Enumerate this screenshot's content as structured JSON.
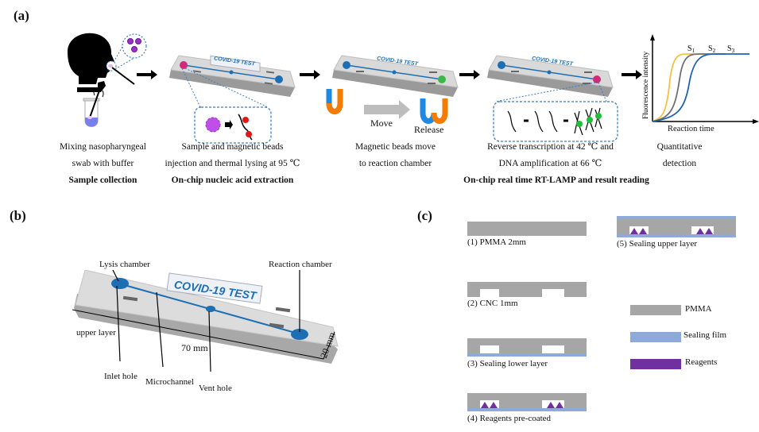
{
  "panels": {
    "a": {
      "label": "(a)",
      "steps": [
        {
          "desc_line1": "Mixing nasopharyngeal",
          "desc_line2": "swab with buffer",
          "title": "Sample collection"
        },
        {
          "desc_line1": "Sample and magnetic beads",
          "desc_line2": "injection and thermal lysing at 95 ℃",
          "title": "On-chip nucleic acid extraction"
        },
        {
          "desc_line1": "Magnetic beads move",
          "desc_line2": "to reaction chamber",
          "title": ""
        },
        {
          "desc_line1": "Reverse transcription at 42 ℃ and",
          "desc_line2": "DNA amplification at 66 ℃",
          "title": "On-chip real time RT-LAMP and result reading"
        },
        {
          "desc_line1": "Quantitative",
          "desc_line2": "detection",
          "title": ""
        }
      ],
      "chip_text": "COVID-19 TEST",
      "magnet_labels": {
        "move": "Move",
        "release": "Release"
      },
      "graph": {
        "ylabel": "Fluorescence intensity",
        "xlabel": "Reaction time",
        "series": [
          {
            "name": "S1",
            "color": "#f5c242"
          },
          {
            "name": "S2",
            "color": "#707070"
          },
          {
            "name": "S3",
            "color": "#1f63b0"
          }
        ]
      }
    },
    "b": {
      "label": "(b)",
      "chip_text": "COVID-19 TEST",
      "annotations": {
        "lysis": "Lysis chamber",
        "reaction": "Reaction chamber",
        "upper_layer": "upper layer",
        "length": "70 mm",
        "width": "20 mm",
        "inlet": "Inlet hole",
        "microchannel": "Microchannel",
        "vent": "Vent hole"
      }
    },
    "c": {
      "label": "(c)",
      "steps": [
        "(1) PMMA 2mm",
        "(2) CNC 1mm",
        "(3) Sealing lower layer",
        "(4) Reagents pre-coated",
        "(5) Sealing upper layer"
      ],
      "legend": [
        {
          "label": "PMMA",
          "color": "#a6a6a6"
        },
        {
          "label": "Sealing film",
          "color": "#8eaadb"
        },
        {
          "label": "Reagents",
          "color": "#7030a0"
        }
      ]
    }
  }
}
